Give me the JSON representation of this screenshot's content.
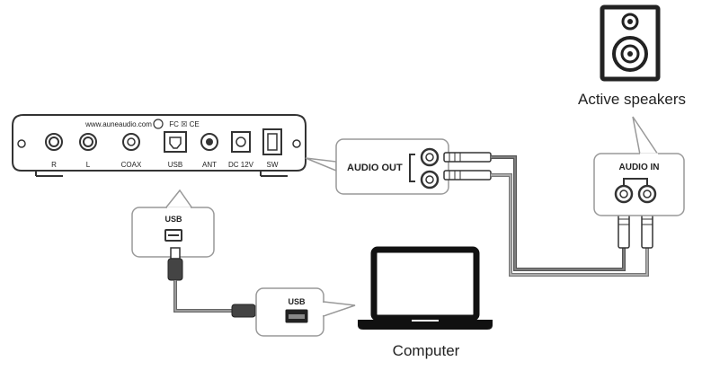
{
  "device": {
    "website": "www.auneaudio.com",
    "marks": "FC ☒ CE",
    "ports": [
      {
        "key": "r",
        "label": "R"
      },
      {
        "key": "l",
        "label": "L"
      },
      {
        "key": "coax",
        "label": "COAX"
      },
      {
        "key": "usb",
        "label": "USB"
      },
      {
        "key": "ant",
        "label": "ANT"
      },
      {
        "key": "dc",
        "label": "DC 12V"
      },
      {
        "key": "sw",
        "label": "SW"
      }
    ]
  },
  "callouts": {
    "audio_out": "AUDIO OUT",
    "audio_in": "AUDIO IN",
    "usb_device": "USB",
    "usb_computer": "USB"
  },
  "labels": {
    "speakers": "Active speakers",
    "computer": "Computer"
  },
  "colors": {
    "stroke": "#333333",
    "cable_outer": "#555555",
    "cable_inner": "#aaaaaa",
    "callout_fill": "#ffffff",
    "callout_stroke": "#999999"
  }
}
